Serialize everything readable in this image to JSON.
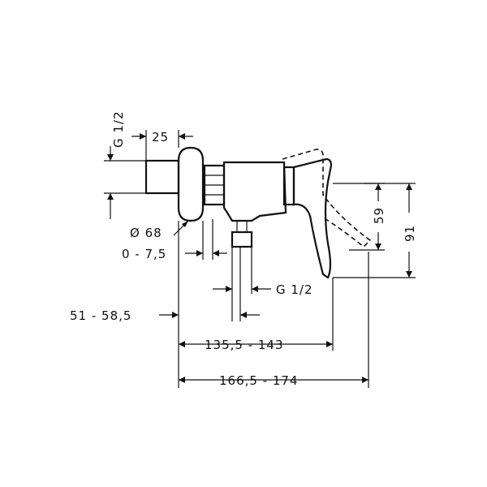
{
  "dimensions": {
    "thread_inlet": "G 1/2",
    "depth_25": "25",
    "diameter": "Ø 68",
    "range_0_7_5": "0 - 7,5",
    "thread_outlet": "G 1/2",
    "wall_offset": "51 - 58,5",
    "length_1": "135,5 - 143",
    "length_2": "166,5 - 174",
    "height_59": "59",
    "height_91": "91"
  }
}
